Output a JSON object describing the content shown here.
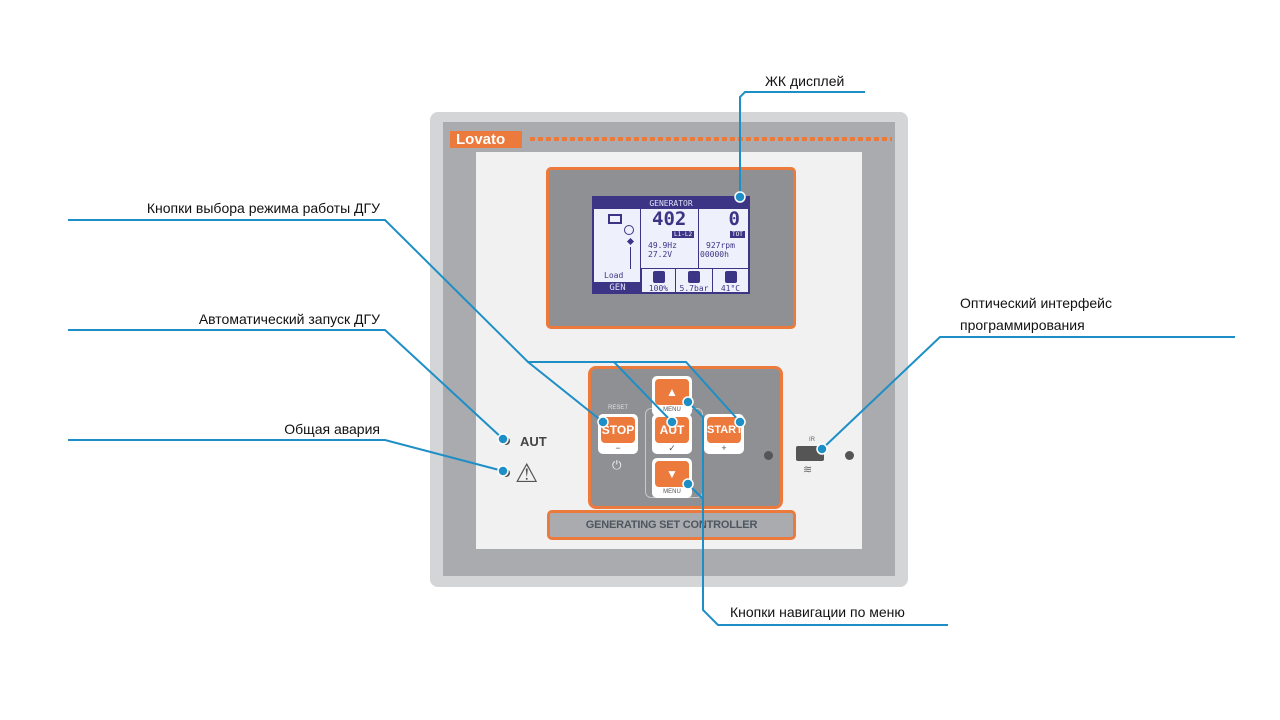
{
  "device": {
    "brand": "Lovato",
    "nameplate": "GENERATING SET CONTROLLER",
    "accent_color": "#ec7a3c",
    "lcd": {
      "header": "GENERATOR",
      "voltage": "402",
      "current": "0",
      "badge_left": "L1-L2",
      "badge_right": "TOT",
      "frequency": "49.9Hz",
      "battery": "27.2V",
      "rpm": "927rpm",
      "hours": "00000h",
      "load_label": "Load",
      "mode": "GEN",
      "fuel": "100%",
      "oil_pressure": "5.7bar",
      "temperature": "41°C"
    },
    "keys": {
      "stop": {
        "label": "STOP",
        "top": "RESET",
        "bottom": "−"
      },
      "aut": {
        "label": "AUT",
        "bottom": "✓"
      },
      "start": {
        "label": "START",
        "bottom": "+"
      },
      "up": {
        "label": "▲",
        "bottom": "MENU"
      },
      "down": {
        "label": "▼",
        "bottom": "MENU"
      },
      "power_symbol": "⏻"
    },
    "indicators": {
      "aut_label": "AUT",
      "alarm_symbol": "⚠",
      "ir_label": "IR"
    }
  },
  "callouts": {
    "lcd": "ЖК дисплей",
    "mode_buttons": "Кнопки выбора режима работы ДГУ",
    "auto_start": "Автоматический запуск ДГУ",
    "general_alarm": "Общая авария",
    "optical_line1": "Оптический интерфейс",
    "optical_line2": "программирования",
    "menu_nav": "Кнопки навигации по меню"
  },
  "line_color": "#1e8fc6"
}
